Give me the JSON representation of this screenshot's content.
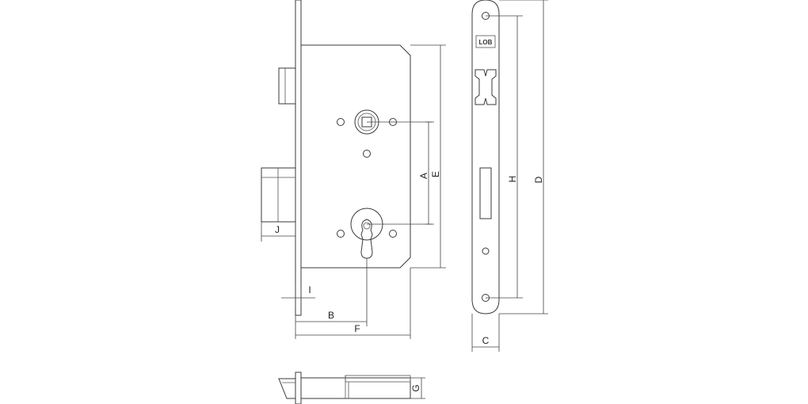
{
  "drawing": {
    "logo_text": "LOB",
    "dimension_labels": {
      "A": "A",
      "B": "B",
      "C": "C",
      "D": "D",
      "E": "E",
      "F": "F",
      "G": "G",
      "H": "H",
      "I": "I",
      "J": "J"
    }
  }
}
